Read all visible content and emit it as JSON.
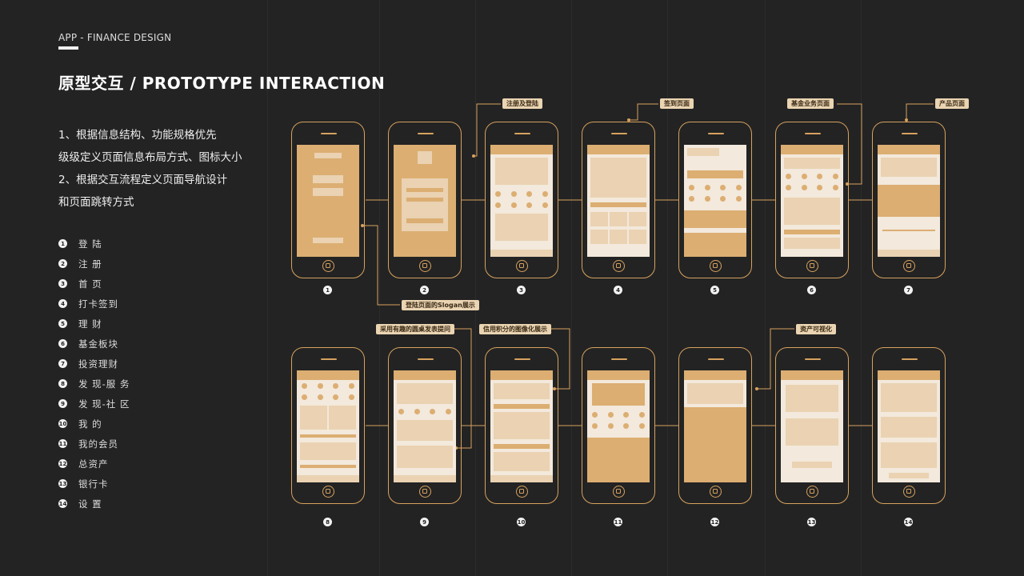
{
  "header": {
    "subtitle": "APP - FINANCE DESIGN",
    "title": "原型交互 /  PROTOTYPE INTERACTION"
  },
  "description": {
    "line1": "1、根据信息结构、功能规格优先",
    "line2": "级级定义页面信息布局方式、图标大小",
    "line3": "2、根据交互流程定义页面导航设计",
    "line4": "和页面跳转方式"
  },
  "menu": [
    {
      "num": "1",
      "label": "登 陆"
    },
    {
      "num": "2",
      "label": "注 册"
    },
    {
      "num": "3",
      "label": "首 页"
    },
    {
      "num": "4",
      "label": "打卡签到"
    },
    {
      "num": "5",
      "label": "理 财"
    },
    {
      "num": "6",
      "label": "基金板块"
    },
    {
      "num": "7",
      "label": "投资理财"
    },
    {
      "num": "8",
      "label": "发 现-服 务"
    },
    {
      "num": "9",
      "label": "发 现-社 区"
    },
    {
      "num": "10",
      "label": "我 的"
    },
    {
      "num": "11",
      "label": "我的会员"
    },
    {
      "num": "12",
      "label": "总资产"
    },
    {
      "num": "13",
      "label": "银行卡"
    },
    {
      "num": "14",
      "label": "设 置"
    }
  ],
  "phones": [
    "1",
    "2",
    "3",
    "4",
    "5",
    "6",
    "7",
    "8",
    "9",
    "10",
    "11",
    "12",
    "13",
    "14"
  ],
  "callouts": {
    "c1": "注册及登陆",
    "c2": "签到页面",
    "c3": "基金业务页面",
    "c4": "产品页面",
    "c5": "登陆页面的Slogan展示",
    "c6": "采用有趣的圆桌发表提问",
    "c7": "信用积分的图像化展示",
    "c8": "资产可视化"
  },
  "colors": {
    "background": "#232323",
    "accent": "#d7a25f",
    "screen_fill": "#f3e9dc",
    "block": "#dcae72",
    "callout_bg": "#ead4b2"
  }
}
